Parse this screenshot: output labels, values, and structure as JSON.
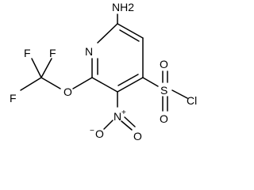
{
  "molecule": {
    "atom_labels": {
      "nh2": "NH2",
      "ring_n": "N",
      "o_ether": "O",
      "f_top_left": "F",
      "f_top_right": "F",
      "f_left": "F",
      "s": "S",
      "o_s_top": "O",
      "o_s_bottom": "O",
      "cl": "Cl",
      "n_nitro": "N",
      "n_plus": "+",
      "o_nitro_left": "O",
      "o_minus": "−",
      "o_nitro_right": "O"
    }
  }
}
